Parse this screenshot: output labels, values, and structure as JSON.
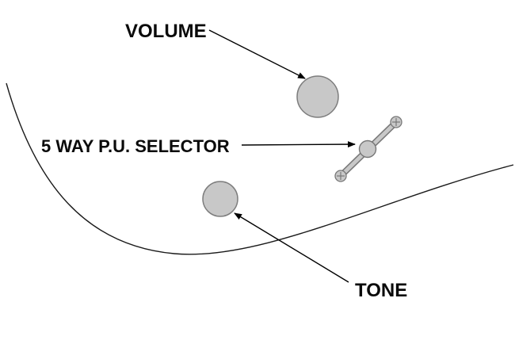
{
  "diagram": {
    "labels": {
      "volume": "VOLUME",
      "selector": "5 WAY P.U. SELECTOR",
      "tone": "TONE"
    },
    "colors": {
      "background": "#ffffff",
      "knob_fill": "#c8c8c8",
      "knob_stroke": "#7d7d7d",
      "lever_fill": "#c8c8c8",
      "lever_stroke": "#777777",
      "line": "#000000"
    }
  }
}
